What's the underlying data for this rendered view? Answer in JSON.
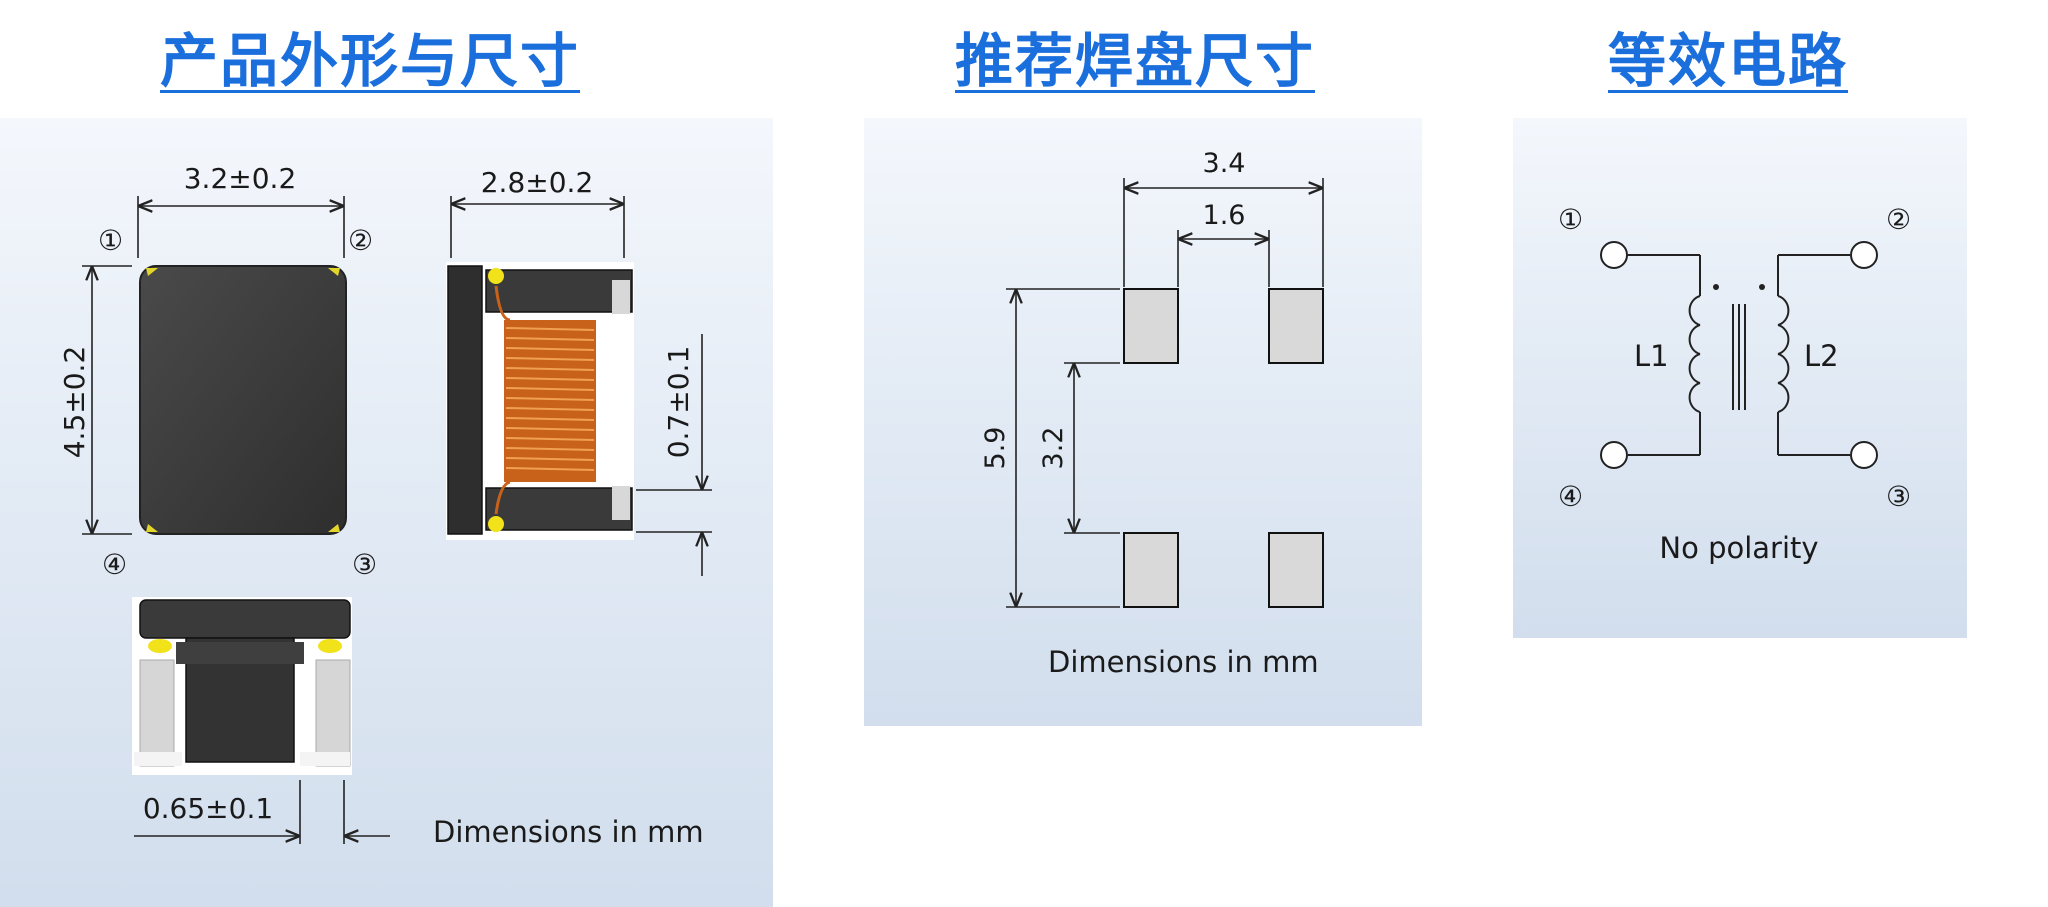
{
  "headings": {
    "appearance": "产品外形与尺寸",
    "land_pattern": "推荐焊盘尺寸",
    "equivalent_circuit": "等效电路"
  },
  "appearance": {
    "dim_width": "3.2±0.2",
    "dim_depth": "2.8±0.2",
    "dim_length": "4.5±0.2",
    "dim_terminal_height": "0.7±0.1",
    "dim_terminal_width": "0.65±0.1",
    "pin1": "①",
    "pin2": "②",
    "pin3": "③",
    "pin4": "④",
    "note": "Dimensions in mm"
  },
  "land_pattern": {
    "dim_outer_width": "3.4",
    "dim_inner_gap": "1.6",
    "dim_outer_length": "5.9",
    "dim_inner_length": "3.2",
    "note": "Dimensions in mm"
  },
  "circuit": {
    "pin1": "①",
    "pin2": "②",
    "pin3": "③",
    "pin4": "④",
    "l1": "L1",
    "l2": "L2",
    "note": "No polarity"
  },
  "colors": {
    "heading": "#1a6fdc",
    "panel_top": "#f4f7fc",
    "panel_bottom": "#d2deed",
    "body": "#3a3a3a",
    "coil": "#d9731f",
    "solder": "#f2e21a",
    "pad": "#d9d9d9"
  }
}
